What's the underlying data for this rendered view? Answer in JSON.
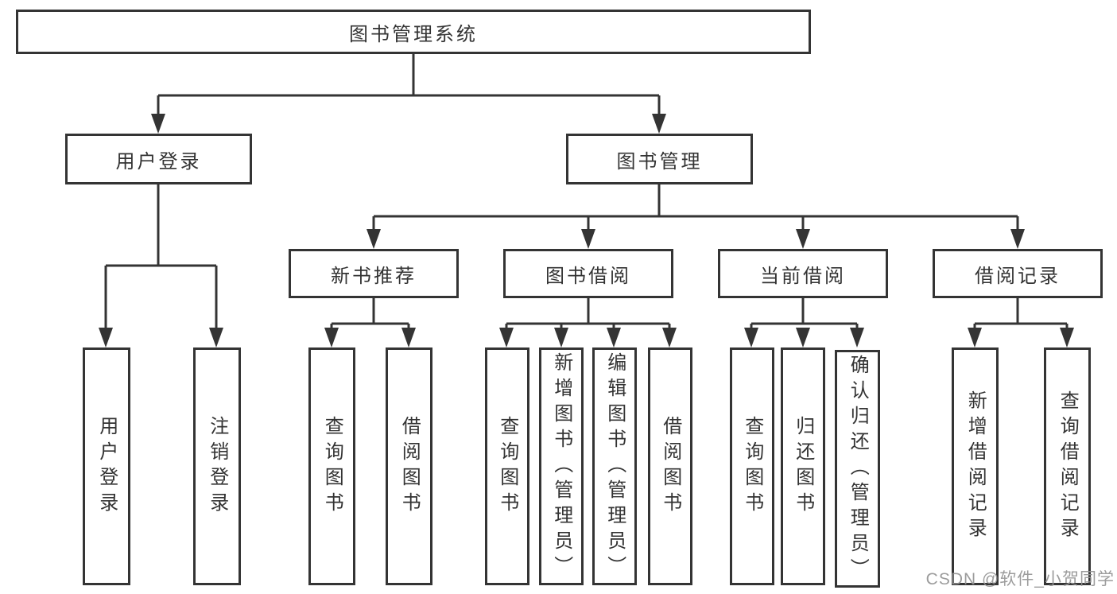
{
  "tree": {
    "root_label": "图书管理系统",
    "branches": [
      {
        "label": "用户登录",
        "children": [
          {
            "label": "用户登录"
          },
          {
            "label": "注销登录"
          }
        ]
      },
      {
        "label": "图书管理",
        "modules": [
          {
            "label": "新书推荐",
            "children": [
              {
                "label": "查询图书"
              },
              {
                "label": "借阅图书"
              }
            ]
          },
          {
            "label": "图书借阅",
            "children": [
              {
                "label": "查询图书"
              },
              {
                "label": "新增图书（管理员）"
              },
              {
                "label": "编辑图书（管理员）"
              },
              {
                "label": "借阅图书"
              }
            ]
          },
          {
            "label": "当前借阅",
            "children": [
              {
                "label": "查询图书"
              },
              {
                "label": "归还图书"
              },
              {
                "label": "确认归还（管理员）"
              }
            ]
          },
          {
            "label": "借阅记录",
            "children": [
              {
                "label": "新增借阅记录"
              },
              {
                "label": "查询借阅记录"
              }
            ]
          }
        ]
      }
    ]
  },
  "watermark": {
    "text": "CSDN @软件_小贺同学"
  },
  "colors": {
    "line": "#343434",
    "text": "#333333",
    "background": "#ffffff",
    "watermark": "#949494"
  }
}
